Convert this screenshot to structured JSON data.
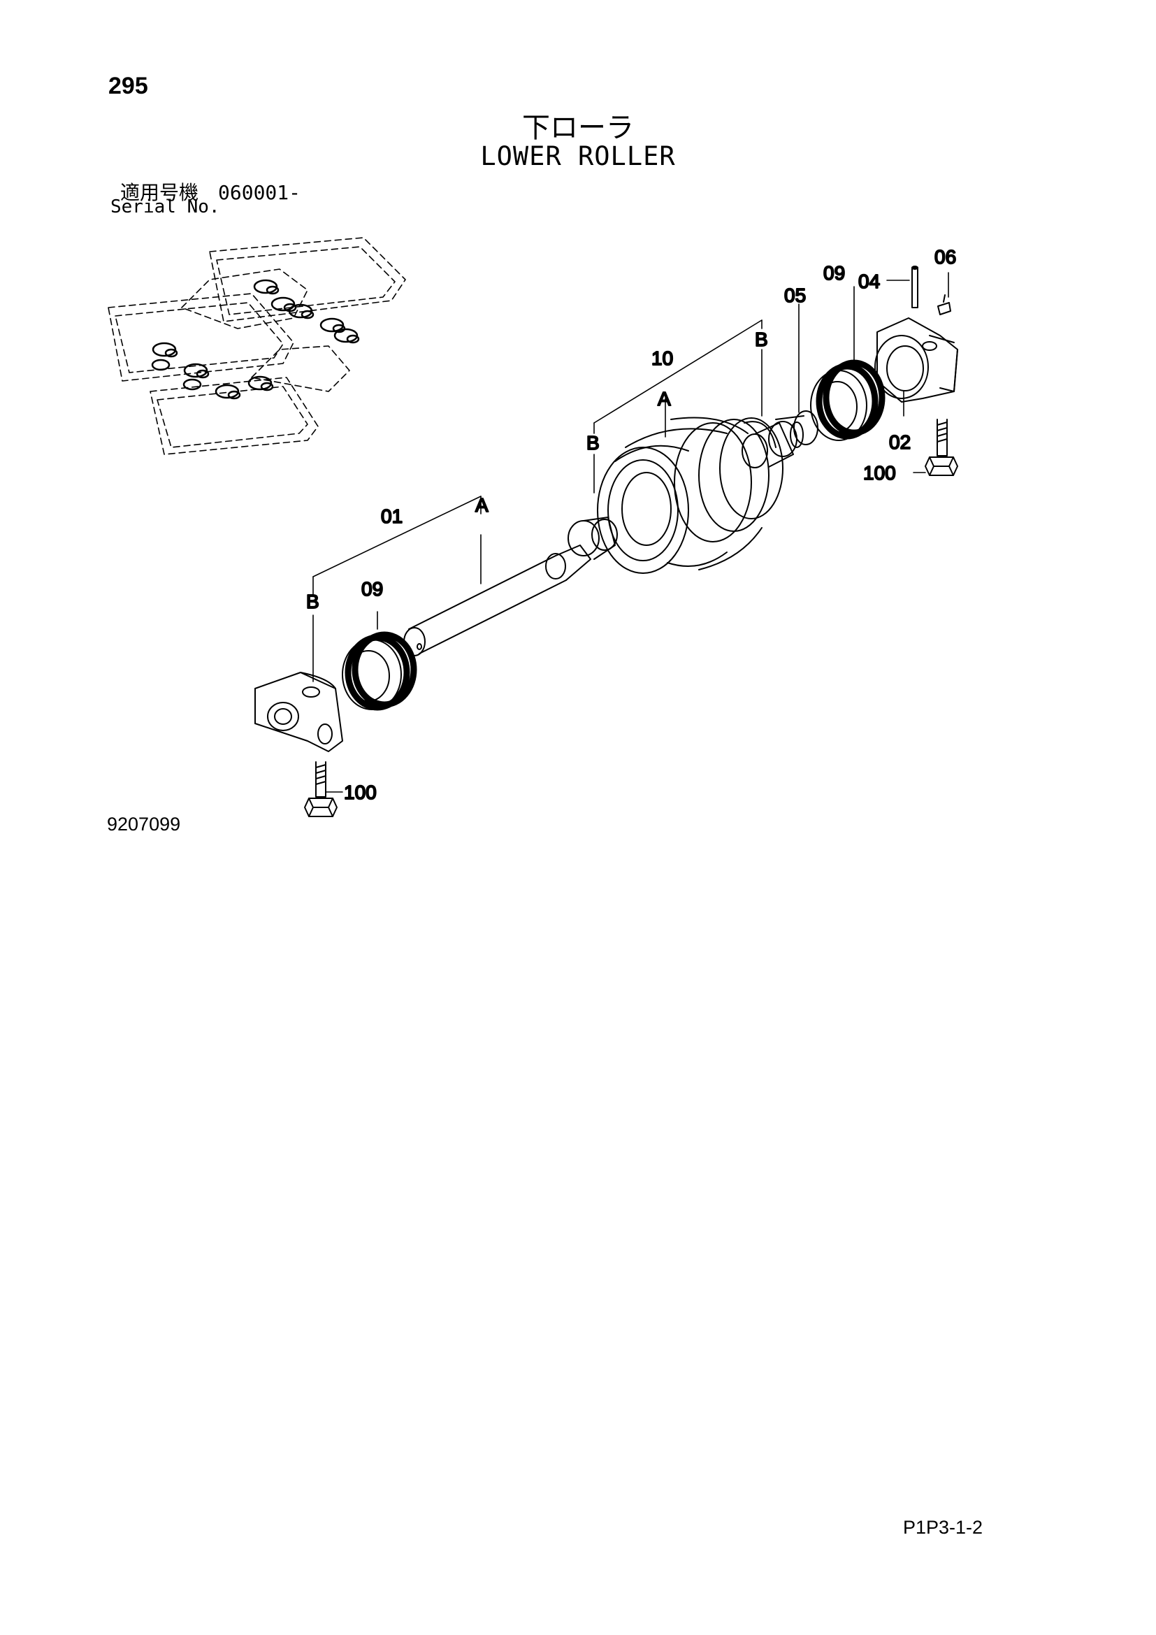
{
  "header": {
    "page_number": "295",
    "title_jp": "下ローラ",
    "title_en": "LOWER ROLLER",
    "serial_jp": "適用号機　060001-",
    "serial_en": "Serial No."
  },
  "diagram": {
    "callouts": {
      "c01": "01",
      "c02": "02",
      "c04": "04",
      "c05": "05",
      "c06": "06",
      "c09_left": "09",
      "c09_right": "09",
      "c10": "10",
      "c100_left": "100",
      "c100_right": "100",
      "a_shaft": "A",
      "a_roller": "A",
      "b_left_bracket": "B",
      "b_roller_left": "B",
      "b_roller_right": "B"
    }
  },
  "footer": {
    "drawing_number": "9207099",
    "page_ref": "P1P3-1-2"
  }
}
